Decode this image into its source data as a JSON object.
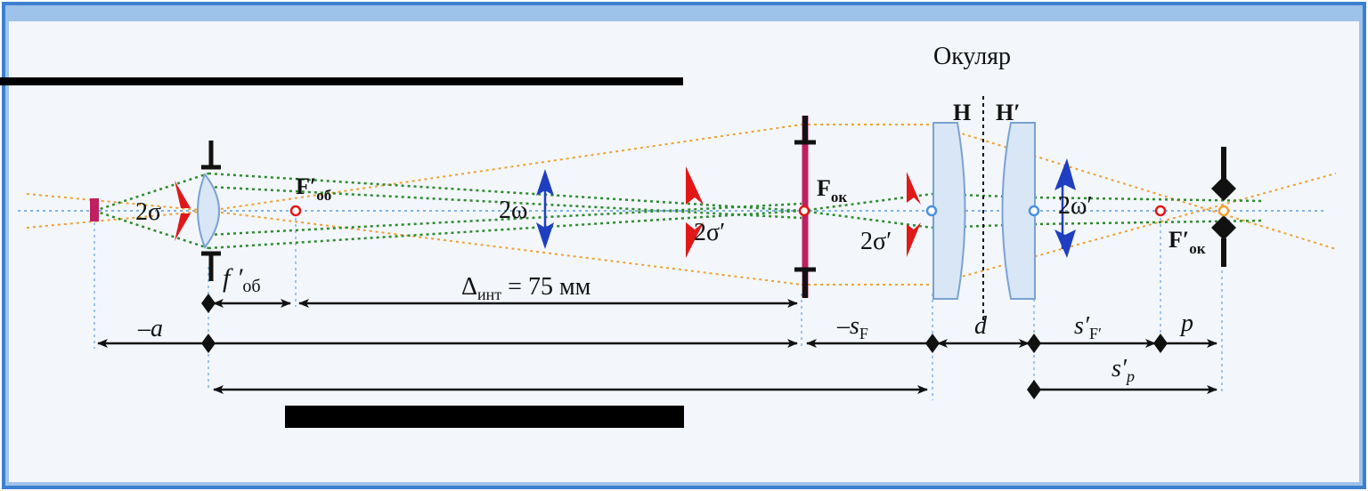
{
  "colors": {
    "frame_outer": "#3b7fd0",
    "frame_inner": "#9ec3ea",
    "background": "#f3f7fc",
    "axis": "#7fb2e8",
    "green_rays": "#2e8b2e",
    "orange_rays": "#f0a030",
    "red_arrow": "#e01818",
    "blue_arrow": "#1f3fc0",
    "magenta_object": "#c02060",
    "lens_fill": "#d8e6f6",
    "lens_stroke": "#7aa2d4",
    "black": "#111111",
    "redaction": "#000000"
  },
  "header": {
    "eyepiece_label": "Окуляр"
  },
  "labels": {
    "H": "H",
    "H_prime": "H′",
    "two_sigma": "2σ",
    "F_ob_main": "F′",
    "F_ob_sub": "об",
    "two_omega": "2ω",
    "two_sigma_prime_1": "2σ′",
    "F_ok_main": "F",
    "F_ok_sub": "ок",
    "two_sigma_prime_2": "2σ′",
    "two_omega_prime": "2ω′",
    "F_ok_prime_main": "F′",
    "F_ok_prime_sub": "ок"
  },
  "dimensions": {
    "f_ob_main": "f ′",
    "f_ob_sub": "об",
    "delta_symbol": "Δ",
    "delta_sub": "инт",
    "delta_value": " = 75 мм",
    "minus_a": "–a",
    "minus_sF_prefix": "–s",
    "minus_sF_sub": "F",
    "d": "d",
    "sF_prime_main": "s′",
    "sF_prime_sub": "F′",
    "p": "p",
    "sp_prime_main": "s′",
    "sp_prime_sub": "p"
  }
}
